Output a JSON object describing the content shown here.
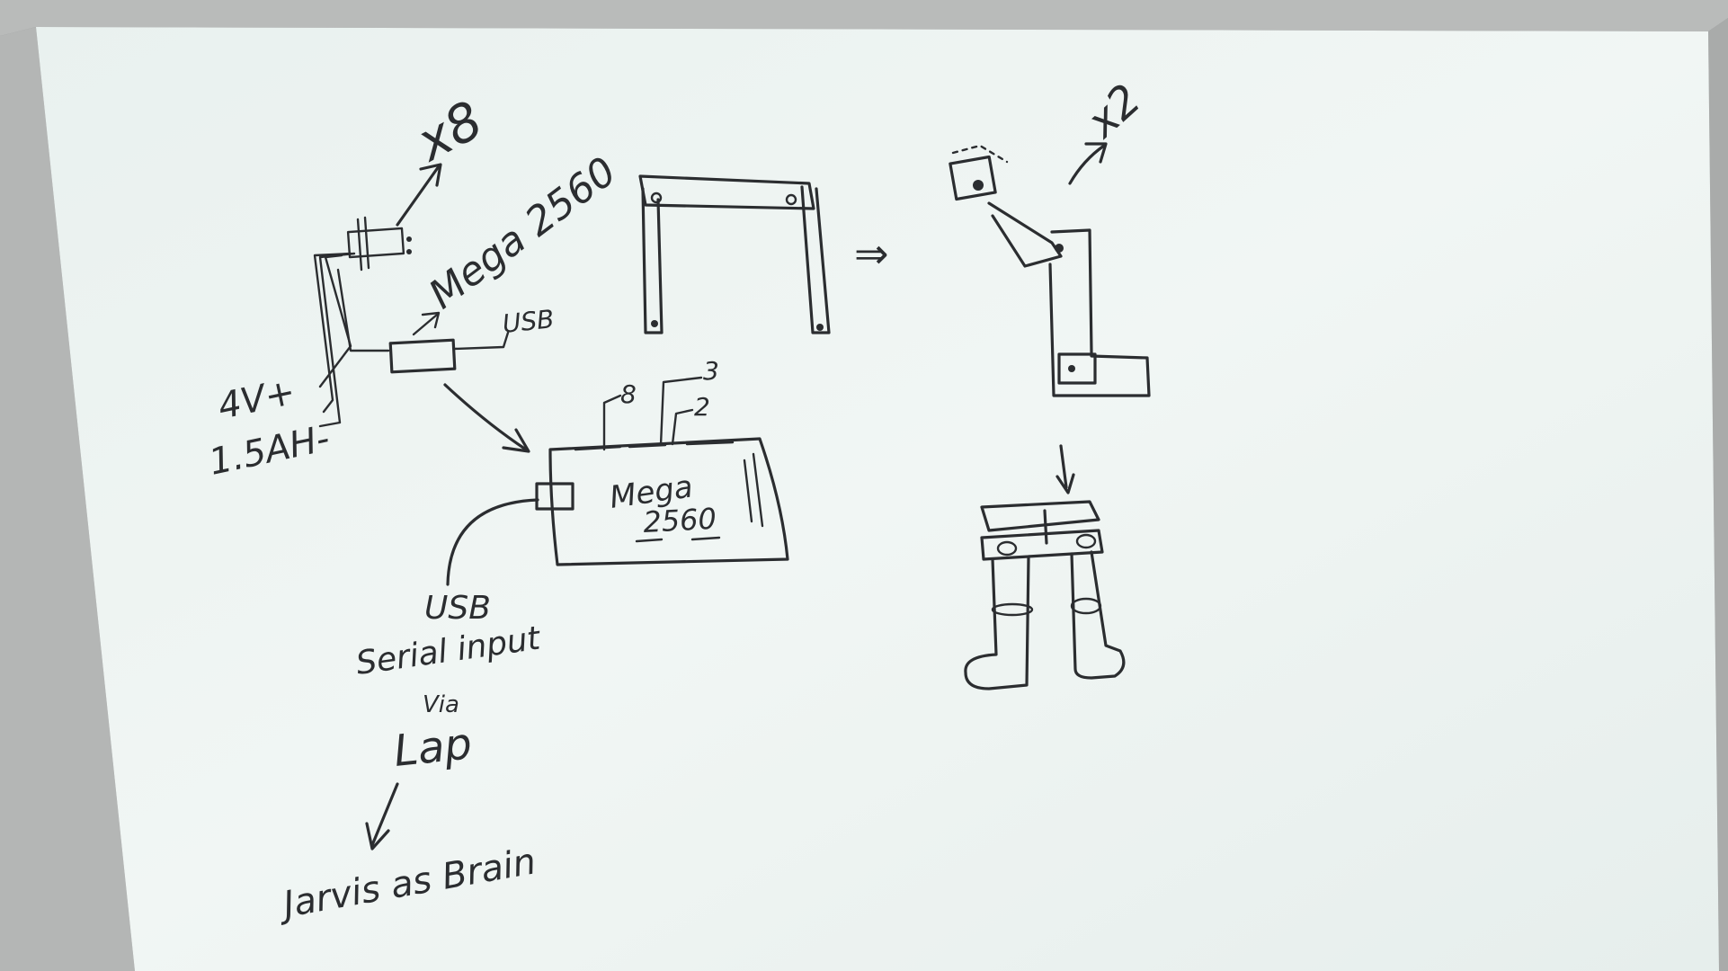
{
  "labels": {
    "multiplier_servo": "x8",
    "board_label_top": "Mega 2560",
    "usb_top": "USB",
    "battery_voltage": "4V+",
    "battery_capacity": "1.5AH-",
    "pin_8": "8",
    "pin_3": "3",
    "pin_2": "2",
    "board_name": "Mega",
    "board_model": "2560",
    "usb_bottom": "USB",
    "serial_input": "Serial input",
    "via": "Via",
    "lap": "Lap",
    "jarvis": "Jarvis as Brain",
    "multiplier_leg": "x2",
    "implies_arrow": "⇒"
  },
  "colors": {
    "board_surface": "#ecf3f1",
    "frame": "#c7c9c7",
    "ink": "#2b2d30"
  }
}
